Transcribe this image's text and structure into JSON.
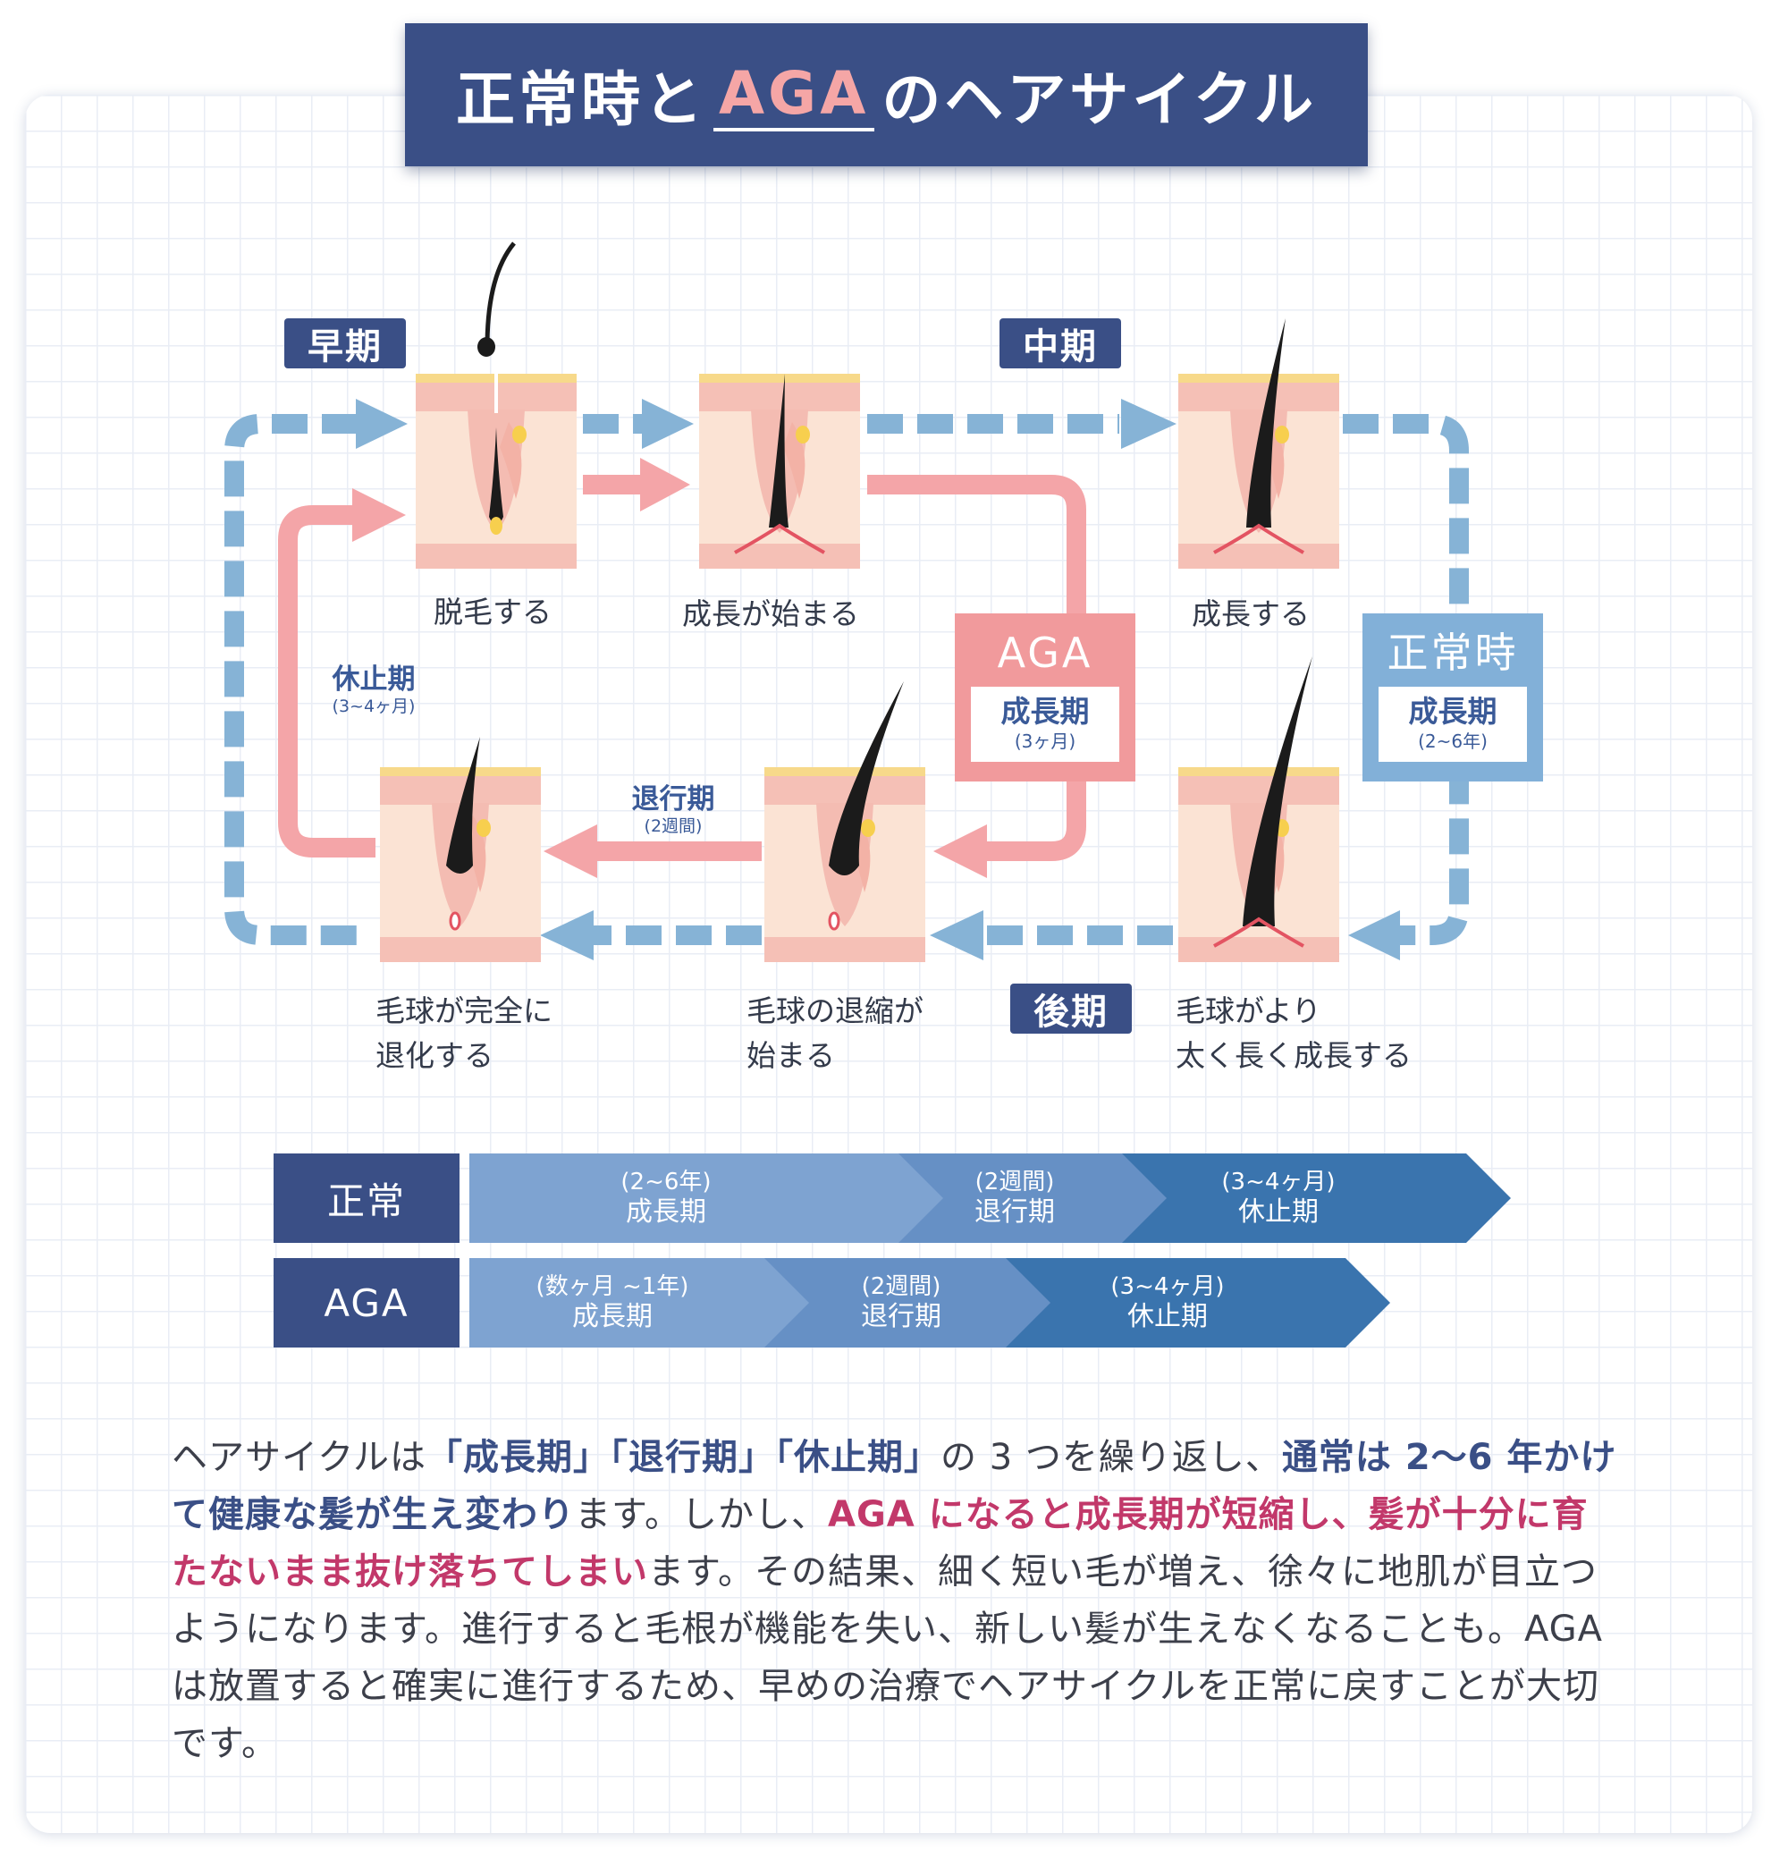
{
  "title": {
    "before": "正常時と",
    "highlight": "AGA",
    "after": "のヘアサイクル"
  },
  "tags": {
    "early": "早期",
    "middle": "中期",
    "late": "後期"
  },
  "captions": {
    "shedding": "脱毛する",
    "growth_start": "成長が始まる",
    "growth": "成長する",
    "bulb_regress_1": "毛球が完全に",
    "bulb_regress_2": "退化する",
    "bulb_shrink_1": "毛球の退縮が",
    "bulb_shrink_2": "始まる",
    "thicker_1": "毛球がより",
    "thicker_2": "太く長く成長する"
  },
  "phase_labels": {
    "telogen": "休止期",
    "telogen_duration": "(3~4ヶ月)",
    "catagen": "退行期",
    "catagen_duration": "(2週間)"
  },
  "aga_box": {
    "head": "AGA",
    "phase": "成長期",
    "duration": "(3ヶ月)"
  },
  "normal_box": {
    "head": "正常時",
    "phase": "成長期",
    "duration": "(2~6年)"
  },
  "timeline": {
    "rows": [
      {
        "label": "正常",
        "segments": [
          {
            "duration": "(2~6年)",
            "phase": "成長期"
          },
          {
            "duration": "(2週間)",
            "phase": "退行期"
          },
          {
            "duration": "(3~4ヶ月)",
            "phase": "休止期"
          }
        ]
      },
      {
        "label": "AGA",
        "segments": [
          {
            "duration": "(数ヶ月 ~1年)",
            "phase": "成長期"
          },
          {
            "duration": "(2週間)",
            "phase": "退行期"
          },
          {
            "duration": "(3~4ヶ月)",
            "phase": "休止期"
          }
        ]
      }
    ]
  },
  "paragraph": {
    "p1": "ヘアサイクルは",
    "b1": "「成長期」「退行期」「休止期」",
    "p2": "の 3 つを繰り返し、",
    "b2": "通常は 2〜6 年かけて健康な髪が生え変わり",
    "p3": "ます。しかし、",
    "r1": "AGA になると成長期が短縮し、髪が十分に育たないまま抜け落ちてしまい",
    "p4": "ます。その結果、細く短い毛が増え、徐々に地肌が目立つようになります。進行すると毛根が機能を失い、新しい髪が生えなくなることも。AGA は放置すると確実に進行するため、早めの治療でヘアサイクルを正常に戻すことが大切です。"
  },
  "colors": {
    "navy": "#3a4f86",
    "blue_dash": "#86b3d6",
    "pink_arrow": "#f4a5a8",
    "aga_box": "#f19a9c",
    "normal_box": "#82b0d8",
    "seg_light": "#7ea3d1",
    "seg_mid": "#5b86be",
    "seg_dark": "#3a74ae",
    "text_pink": "#c2386a"
  },
  "icons": [
    "hair-follicle-icon",
    "arrow-right-icon",
    "arrow-left-icon"
  ]
}
